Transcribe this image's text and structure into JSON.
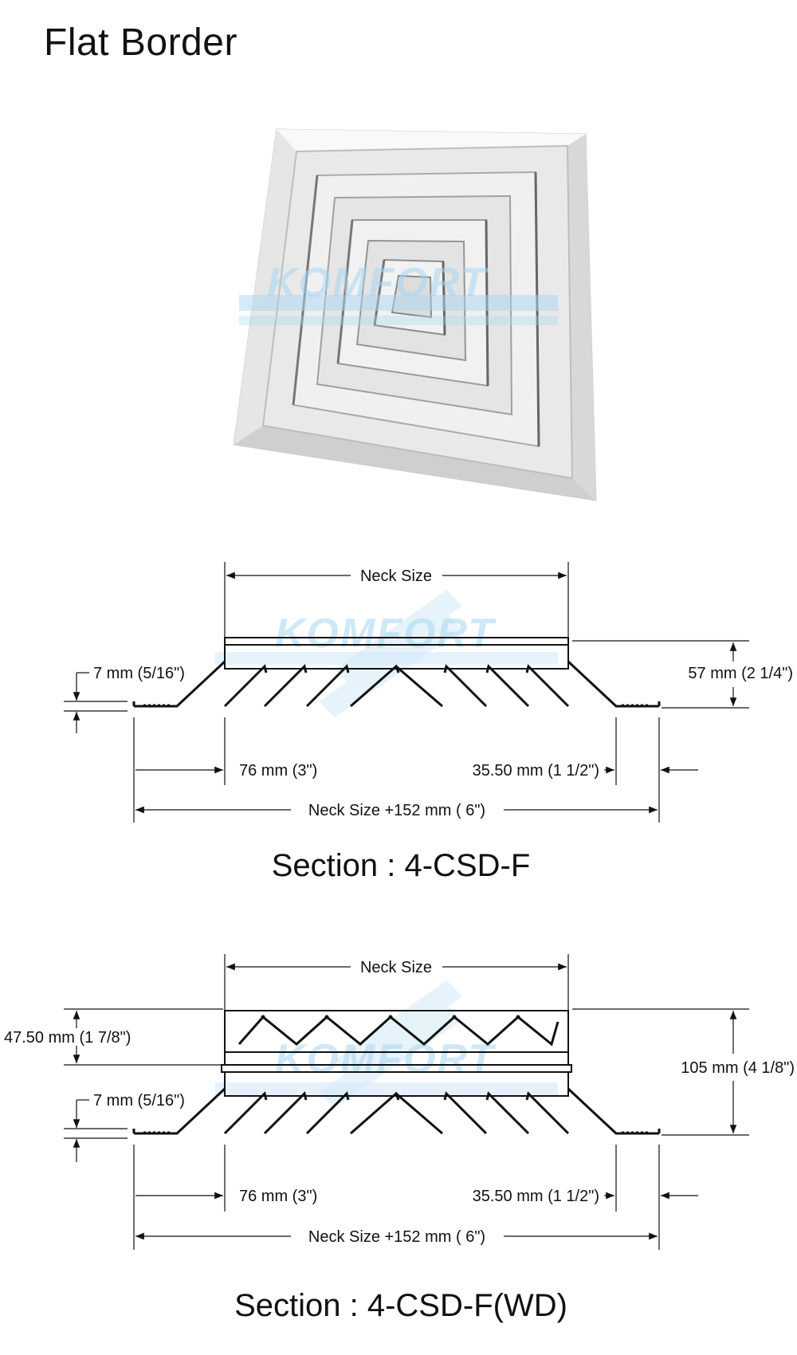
{
  "page": {
    "title": "Flat Border"
  },
  "photo": {
    "watermark": "KOMFORT"
  },
  "section1": {
    "title": "Section : 4-CSD-F",
    "dims": {
      "neck_size": "Neck Size",
      "flange": "7 mm (5/16\")",
      "height": "57 mm (2 1/4\")",
      "border": "76 mm (3\")",
      "lip": "35.50 mm (1 1/2\")",
      "overall": "Neck Size +152 mm ( 6\")"
    }
  },
  "section2": {
    "title": "Section : 4-CSD-F(WD)",
    "dims": {
      "neck_size": "Neck Size",
      "damper_height": "47.50 mm (1 7/8\")",
      "flange": "7 mm (5/16\")",
      "height": "105 mm (4 1/8\")",
      "border": "76 mm (3\")",
      "lip": "35.50 mm (1 1/2\")",
      "overall": "Neck Size +152 mm ( 6\")"
    }
  },
  "colors": {
    "watermark": "#a9d6f2",
    "line": "#111111"
  }
}
